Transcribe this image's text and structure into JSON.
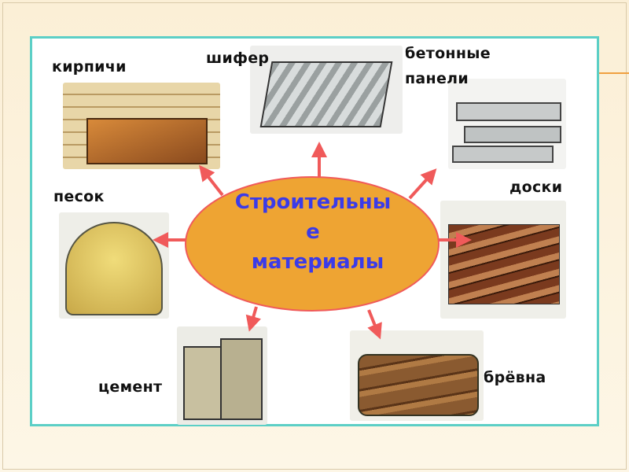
{
  "title": "Строительные материалы",
  "title_lines": [
    "Строительны",
    "е",
    "материалы"
  ],
  "materials": {
    "bricks": "кирпичи",
    "slate": "шифер",
    "panels_line1": "бетонные",
    "panels_line2": "панели",
    "sand": "песок",
    "boards": "доски",
    "cement": "цемент",
    "logs": "брёвна"
  },
  "colors": {
    "ellipse": "#eea433",
    "arrow": "#f05a5a",
    "title": "#3b3be8",
    "frame": "#5ccfc6"
  }
}
